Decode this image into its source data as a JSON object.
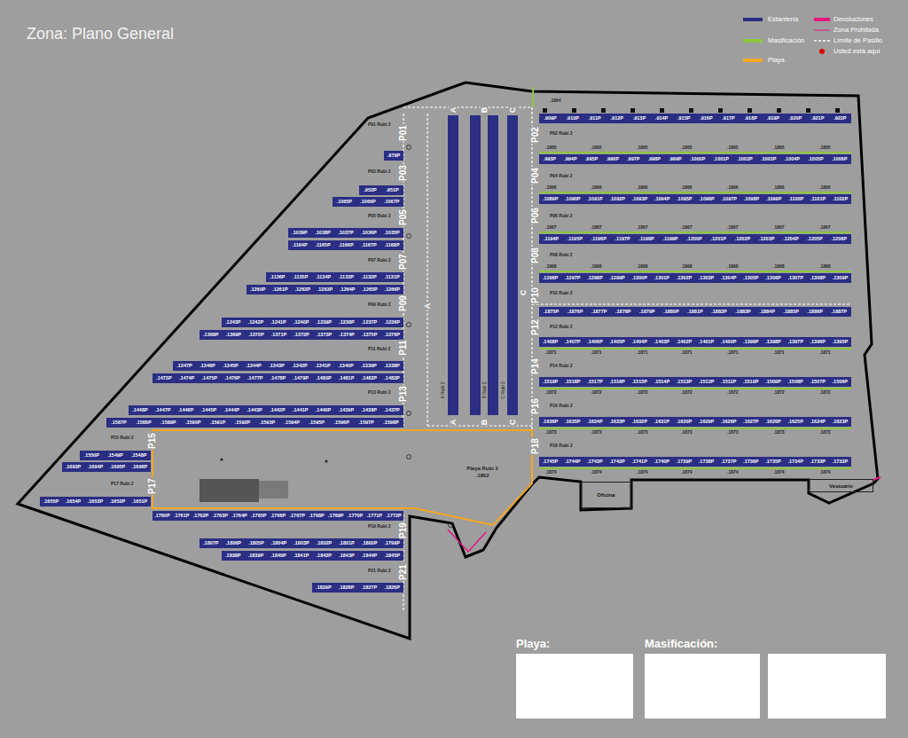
{
  "diagram": {
    "title": "Zona: Plano General",
    "nodes": [
      {
        "text": [
          ".979P"
        ]
      },
      {
        "text": [
          ".952P",
          ".951P"
        ]
      },
      {
        "text": [
          ".1065P",
          ".1066P",
          ".1067P"
        ]
      },
      {
        "text": [
          ".1039P",
          ".1038P",
          ".1037P",
          ".1036P",
          ".1035P"
        ]
      },
      {
        "text": [
          ".1164P",
          ".1165P",
          ".1166P",
          ".1167P",
          ".1168P"
        ]
      },
      {
        "text": [
          ".1136P",
          ".1135P",
          ".1134P",
          ".1133P",
          ".1132P",
          ".1131P"
        ]
      },
      {
        "text": [
          ".1260P",
          ".1261P",
          ".1262P",
          ".1263P",
          ".1264P",
          ".1265P",
          ".1266P"
        ]
      },
      {
        "text": [
          ".1243P",
          ".1242P",
          ".1241P",
          ".1240P",
          ".1239P",
          ".1238P",
          ".1237P",
          ".1236P"
        ]
      },
      {
        "text": [
          ".1368P",
          ".1369P",
          ".1370P",
          ".1371P",
          ".1372P",
          ".1373P",
          ".1374P",
          ".1375P",
          ".1376P"
        ]
      },
      {
        "text": [
          ".1347P",
          ".1346P",
          ".1345P",
          ".1344P",
          ".1343P",
          ".1342P",
          ".1341P",
          ".1340P",
          ".1339P",
          ".1338P"
        ]
      },
      {
        "text": [
          ".1473P",
          ".1474P",
          ".1475P",
          ".1476P",
          ".1477P",
          ".1478P",
          ".1479P",
          ".1480P",
          ".1481P",
          ".1482P",
          ".1483P"
        ]
      },
      {
        "text": [
          ".1448P",
          ".1447P",
          ".1446P",
          ".1445P",
          ".1444P",
          ".1443P",
          ".1442P",
          ".1441P",
          ".1440P",
          ".1439P",
          ".1438P",
          ".1437P"
        ]
      },
      {
        "text": [
          ".1587P",
          ".1588P",
          ".1589P",
          ".1590P",
          ".1591P",
          ".1592P",
          ".1593P",
          ".1594P",
          ".1595P",
          ".1596P",
          ".1597P",
          ".1598P"
        ]
      },
      {
        "text": [
          ".1550P",
          ".1549P",
          ".1548P"
        ]
      },
      {
        "text": [
          ".1693P",
          ".1694P",
          ".1695P",
          ".1696P"
        ]
      },
      {
        "text": [
          ".1655P",
          ".1654P",
          ".1653P",
          ".1652P",
          ".1651P"
        ]
      },
      {
        "text": [
          ".1760P",
          ".1761P",
          ".1762P",
          ".1763P",
          ".1764P",
          ".1765P",
          ".1766P",
          ".1767P",
          ".1768P",
          ".1769P",
          ".1770P",
          ".1771P",
          ".1772P"
        ]
      },
      {
        "text": [
          ".1807P",
          ".1806P",
          ".1805P",
          ".1804P",
          ".1803P",
          ".1802P",
          ".1801P",
          ".1800P",
          ".1799P"
        ]
      },
      {
        "text": [
          ".1838P",
          ".1839P",
          ".1840P",
          ".1841P",
          ".1842P",
          ".1843P",
          ".1844P",
          ".1845P"
        ]
      },
      {
        "text": [
          ".1829P",
          ".1828P",
          ".1827P",
          ".1826P"
        ]
      },
      {
        "text": [
          ".909P",
          ".910P",
          ".911P",
          ".912P",
          ".913P",
          ".914P",
          ".915P",
          ".916P",
          ".917P",
          ".918P",
          ".919P",
          ".920P",
          ".921P",
          ".922P"
        ]
      },
      {
        "text": [
          ".993P",
          ".994P",
          ".995P",
          ".996P",
          ".997P",
          ".998P",
          ".999P",
          ".1000P",
          ".1001P",
          ".1002P",
          ".1003P",
          ".1004P",
          ".1005P",
          ".1006P"
        ]
      },
      {
        "text": [
          ".1089P",
          ".1090P",
          ".1091P",
          ".1092P",
          ".1093P",
          ".1094P",
          ".1095P",
          ".1096P",
          ".1097P",
          ".1098P",
          ".1099P",
          ".1100P",
          ".1101P",
          ".1102P"
        ]
      },
      {
        "text": [
          ".1194P",
          ".1195P",
          ".1196P",
          ".1197P",
          ".1198P",
          ".1199P",
          ".1200P",
          ".1201P",
          ".1202P",
          ".1203P",
          ".1204P",
          ".1205P",
          ".1206P"
        ]
      },
      {
        "text": [
          ".1296P",
          ".1297P",
          ".1298P",
          ".1299P",
          ".1300P",
          ".1301P",
          ".1302P",
          ".1303P",
          ".1304P",
          ".1305P",
          ".1306P",
          ".1307P",
          ".1308P",
          ".1309P"
        ]
      },
      {
        "text": [
          ".1875P",
          ".1876P",
          ".1877P",
          ".1878P",
          ".1879P",
          ".1880P",
          ".1881P",
          ".1882P",
          ".1883P",
          ".1884P",
          ".1885P",
          ".1886P",
          ".1887P"
        ]
      },
      {
        "text": [
          ".1408P",
          ".1407P",
          ".1406P",
          ".1405P",
          ".1404P",
          ".1403P",
          ".1402P",
          ".1401P",
          ".1400P",
          ".1399P",
          ".1398P",
          ".1397P",
          ".1396P",
          ".1395P"
        ]
      },
      {
        "text": [
          ".1519P",
          ".1518P",
          ".1517P",
          ".1516P",
          ".1515P",
          ".1514P",
          ".1513P",
          ".1512P",
          ".1511P",
          ".1510P",
          ".1509P",
          ".1508P",
          ".1507P",
          ".1506P"
        ]
      },
      {
        "text": [
          ".1636P",
          ".1635P",
          ".1634P",
          ".1633P",
          ".1632P",
          ".1631P",
          ".1630P",
          ".1629P",
          ".1628P",
          ".1627P",
          ".1626P",
          ".1625P",
          ".1624P",
          ".1623P"
        ]
      },
      {
        "text": [
          ".1745P",
          ".1744P",
          ".1743P",
          ".1742P",
          ".1741P",
          ".1740P",
          ".1739P",
          ".1738P",
          ".1737P",
          ".1736P",
          ".1735P",
          ".1734P",
          ".1733P",
          ".1732P"
        ]
      },
      {
        "text": [
          "Playa Rubi 2",
          ".1862"
        ]
      },
      {
        "text": [
          "Oficina"
        ]
      },
      {
        "text": [
          "Vestuario"
        ]
      },
      {
        "text": [
          "Playa:"
        ]
      },
      {
        "text": [
          "Masificación:"
        ]
      }
    ],
    "labels": [
      "P01 Rubi 2",
      "P03 Rubi 2",
      "P05 Rubi 2",
      "P07 Rubi 2",
      "P09 Rubi 2",
      "P11 Rubi 2",
      "P13 Rubi 2",
      "P15 Rubi 2",
      "P17 Rubi 2",
      "P19 Rubi 2",
      "P21 Rubi 2",
      "P02 Rubi 2",
      "P04 Rubi 2",
      "P06 Rubi 2",
      "P08 Rubi 2",
      "P10 Rubi 2",
      "P12 Rubi 2",
      "P14 Rubi 2",
      "P16 Rubi 2",
      "P18 Rubi 2",
      "P01",
      "P03",
      "P05",
      "P07",
      "P09",
      "P11",
      "P13",
      "P15",
      "P17",
      "P19",
      "P21",
      "P02",
      "P04",
      "P06",
      "P08",
      "P10",
      "P12",
      "P14",
      "P16",
      "P18",
      "A",
      "B",
      "C",
      "A",
      "C",
      "A",
      "B",
      "C",
      "A Rubi 2",
      "B Rubi 2",
      "C Rubi 2",
      ".1864",
      ".1865",
      ".1865",
      ".1865",
      ".1865",
      ".1865",
      ".1865",
      ".1865",
      ".1866",
      ".1866",
      ".1866",
      ".1866",
      ".1866",
      ".1866",
      ".1866",
      ".1867",
      ".1867",
      ".1867",
      ".1867",
      ".1867",
      ".1867",
      ".1867",
      ".1868",
      ".1868",
      ".1868",
      ".1868",
      ".1868",
      ".1868",
      ".1868",
      ".1871",
      ".1871",
      ".1871",
      ".1871",
      ".1871",
      ".1871",
      ".1871",
      ".1872",
      ".1872",
      ".1872",
      ".1872",
      ".1872",
      ".1872",
      ".1872",
      ".1873",
      ".1873",
      ".1873",
      ".1873",
      ".1873",
      ".1873",
      ".1873",
      ".1874",
      ".1874",
      ".1874",
      ".1874",
      ".1874",
      ".1874",
      ".1874"
    ],
    "legend": [
      {
        "text": "Estantería",
        "color": "#2b2e83"
      },
      {
        "text": "Masificación",
        "color": "#8cc63e"
      },
      {
        "text": "Playa",
        "color": "#f5a623"
      },
      {
        "text": "Devoluciones",
        "color": "#e5177e"
      },
      {
        "text": "Zona Prohibida"
      },
      {
        "text": "Límite de Pasillo"
      },
      {
        "text": "Usted está aquí"
      }
    ]
  }
}
